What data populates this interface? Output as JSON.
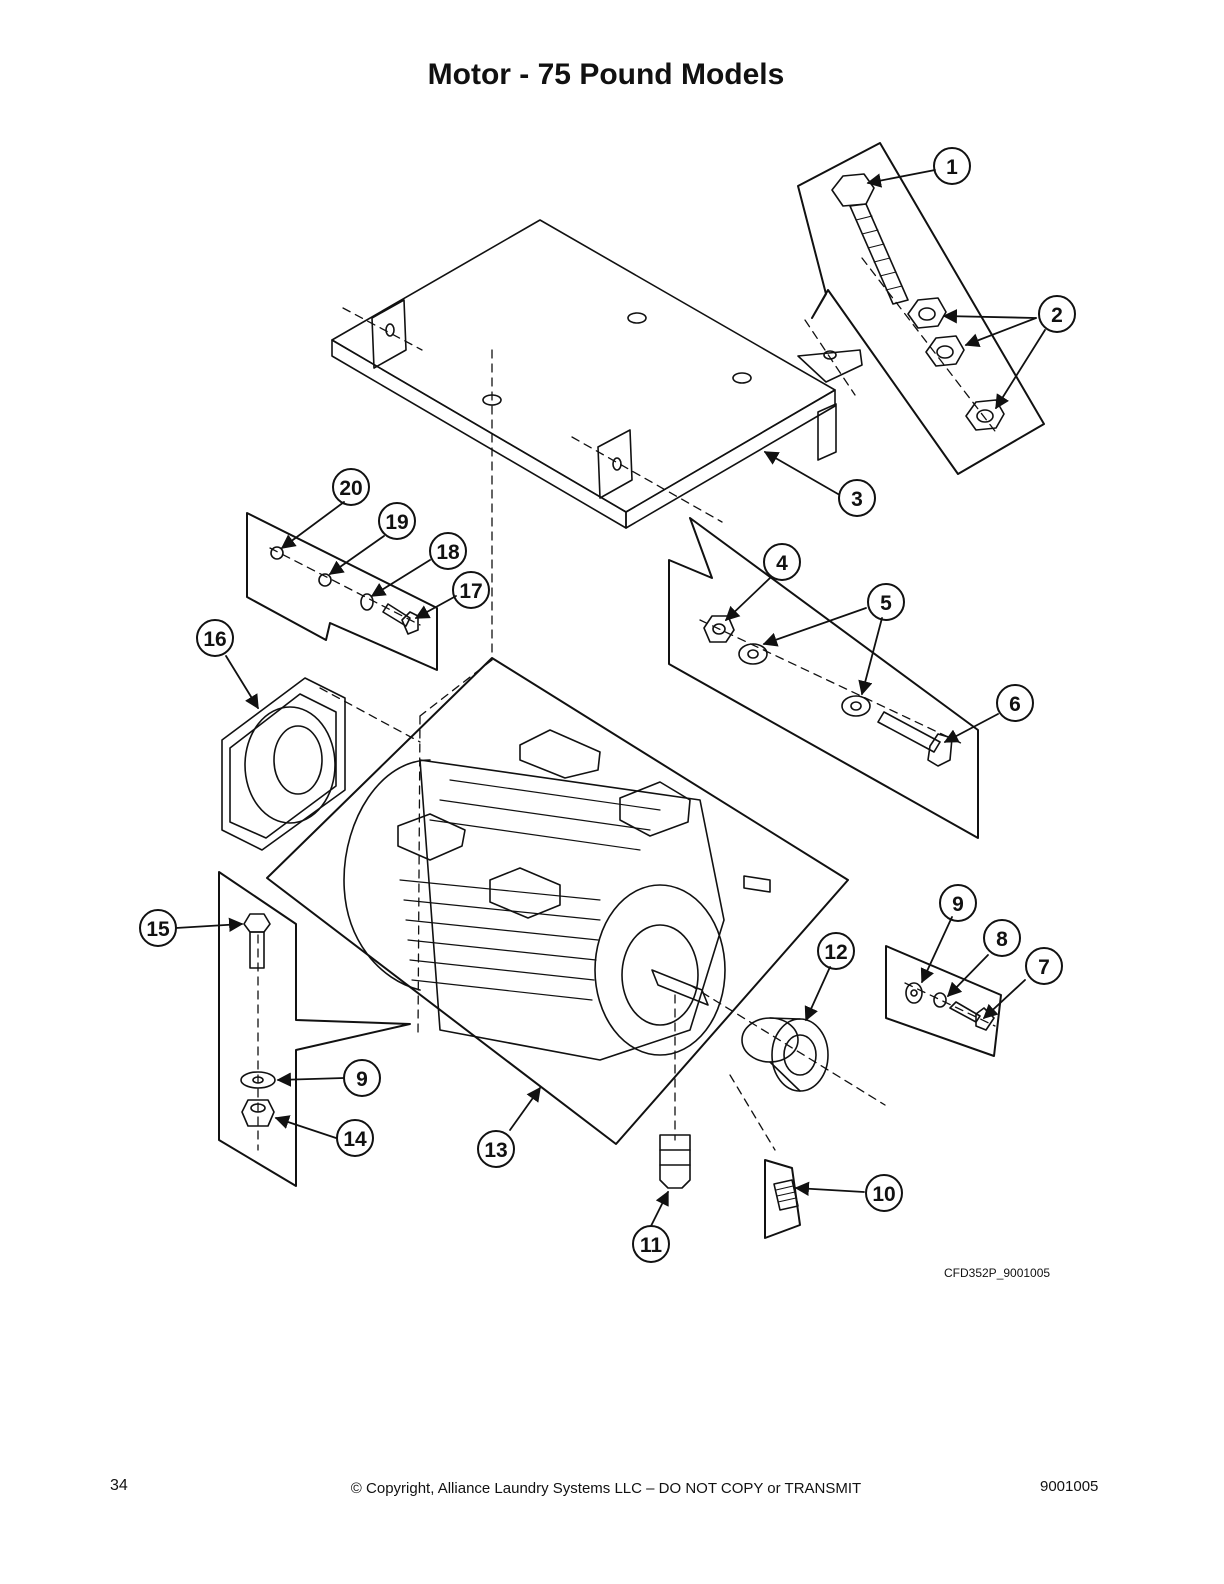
{
  "page": {
    "title": "Motor - 75 Pound Models",
    "figure_code": "CFD352P_9001005",
    "page_number": "34",
    "copyright": "© Copyright, Alliance Laundry Systems LLC – DO NOT COPY or TRANSMIT",
    "document_number": "9001005"
  },
  "callouts": [
    {
      "label": "1"
    },
    {
      "label": "2"
    },
    {
      "label": "3"
    },
    {
      "label": "4"
    },
    {
      "label": "5"
    },
    {
      "label": "6"
    },
    {
      "label": "7"
    },
    {
      "label": "8"
    },
    {
      "label": "9"
    },
    {
      "label": "9"
    },
    {
      "label": "10"
    },
    {
      "label": "11"
    },
    {
      "label": "12"
    },
    {
      "label": "13"
    },
    {
      "label": "14"
    },
    {
      "label": "15"
    },
    {
      "label": "16"
    },
    {
      "label": "17"
    },
    {
      "label": "18"
    },
    {
      "label": "19"
    },
    {
      "label": "20"
    }
  ]
}
